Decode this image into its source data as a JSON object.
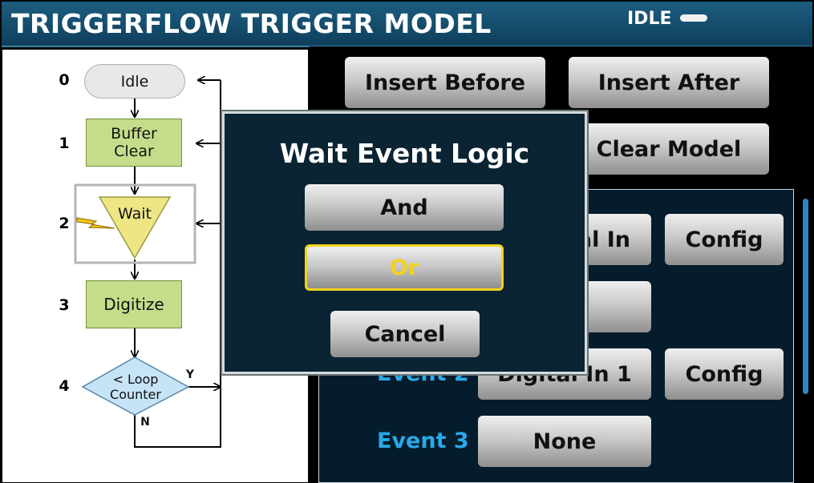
{
  "header": {
    "title": "TRIGGERFLOW TRIGGER MODEL",
    "status": "IDLE"
  },
  "flow": {
    "steps": [
      {
        "num": "0",
        "label": "Idle"
      },
      {
        "num": "1",
        "label": "Buffer Clear"
      },
      {
        "num": "2",
        "label": "Wait"
      },
      {
        "num": "3",
        "label": "Digitize"
      },
      {
        "num": "4",
        "label": "< Loop Counter"
      }
    ],
    "branch_yes": "Y",
    "branch_no": "N"
  },
  "toolbar": {
    "insert_before": "Insert Before",
    "insert_after": "Insert After",
    "clear_model": "Clear Model"
  },
  "events": {
    "row1_value_visible": "al In",
    "row1_config": "Config",
    "row3_label": "Event 3",
    "row3_value": "None",
    "row2_value_visible": "Digital In 1",
    "row2_label_visible": "Event 2",
    "row2_config": "Config"
  },
  "dialog": {
    "title": "Wait Event Logic",
    "options": [
      "And",
      "Or"
    ],
    "selected": "Or",
    "cancel": "Cancel"
  },
  "colors": {
    "title_bar": "#0e3f5c",
    "event_label": "#29a9e8",
    "selection_border": "#f2d21b",
    "selection_text": "#f2d21b",
    "wait_fill": "#eee585",
    "counter_fill": "#c6e3f7",
    "step_fill": "#c5dd8a"
  }
}
